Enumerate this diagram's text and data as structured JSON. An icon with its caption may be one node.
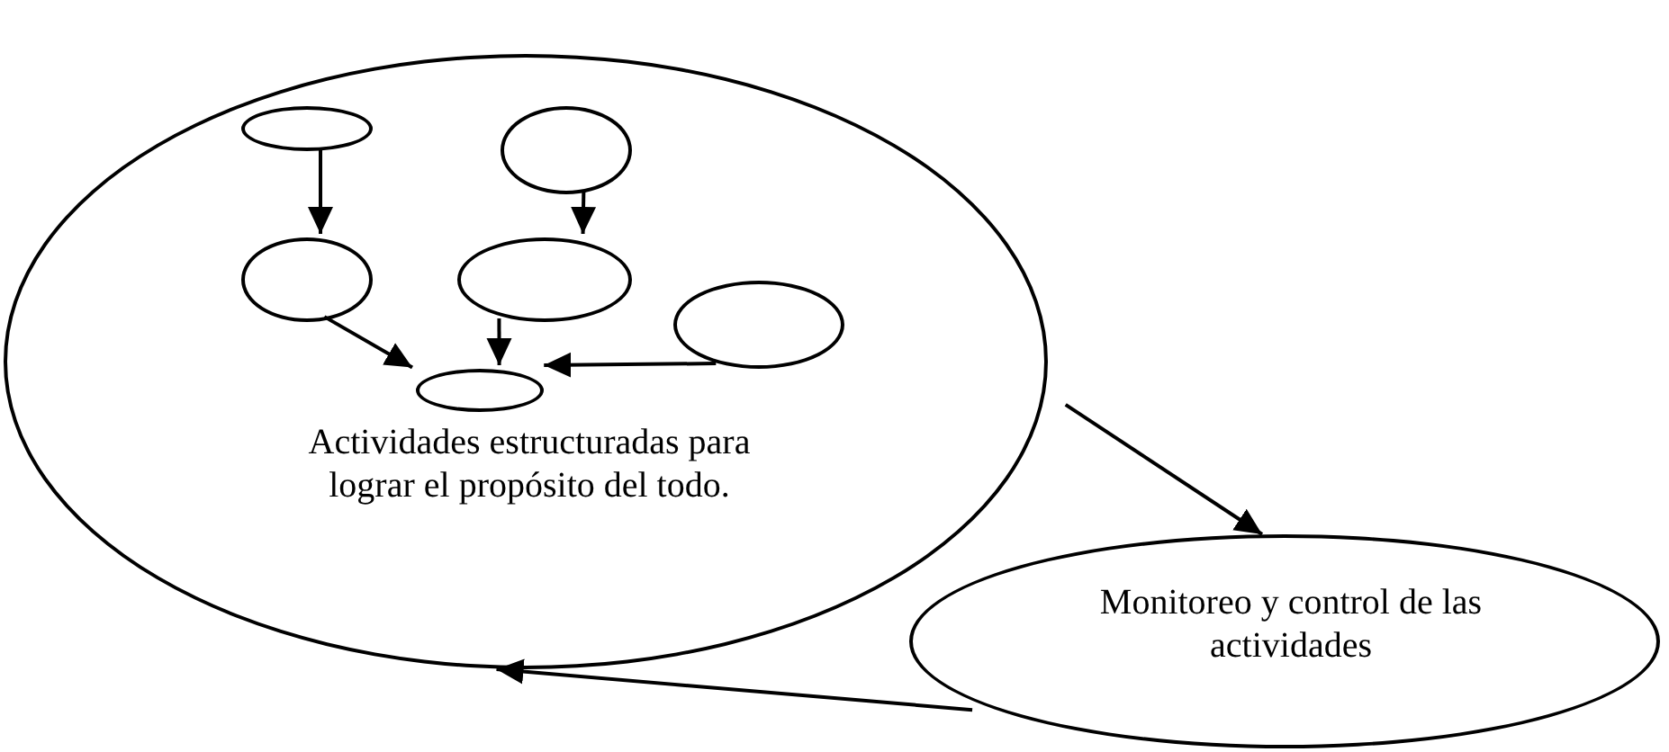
{
  "diagram": {
    "nodes": [
      {
        "text": [
          "Actividades estructuradas para lograr el propósito del todo."
        ]
      },
      {
        "text": [],
        "shape": "circle",
        "in": 0
      },
      {
        "text": [],
        "shape": "circle",
        "in": 0
      },
      {
        "text": [],
        "shape": "circle",
        "in": 0
      },
      {
        "text": [],
        "shape": "circle",
        "in": 0
      },
      {
        "text": [],
        "shape": "circle",
        "in": 0
      },
      {
        "text": [],
        "shape": "circle",
        "in": 0
      },
      {
        "text": [
          "Monitoreo y control de las actividades"
        ]
      }
    ],
    "edges": [
      {
        "from": 1,
        "to": 3,
        "arrow": "to"
      },
      {
        "from": 2,
        "to": 4,
        "arrow": "to"
      },
      {
        "from": 3,
        "to": 6,
        "arrow": "to"
      },
      {
        "from": 4,
        "to": 6,
        "arrow": "to"
      },
      {
        "from": 5,
        "to": 6,
        "arrow": "to"
      },
      {
        "from": 0,
        "to": 7,
        "arrow": "to"
      },
      {
        "from": 7,
        "to": 0,
        "arrow": "to"
      }
    ]
  }
}
